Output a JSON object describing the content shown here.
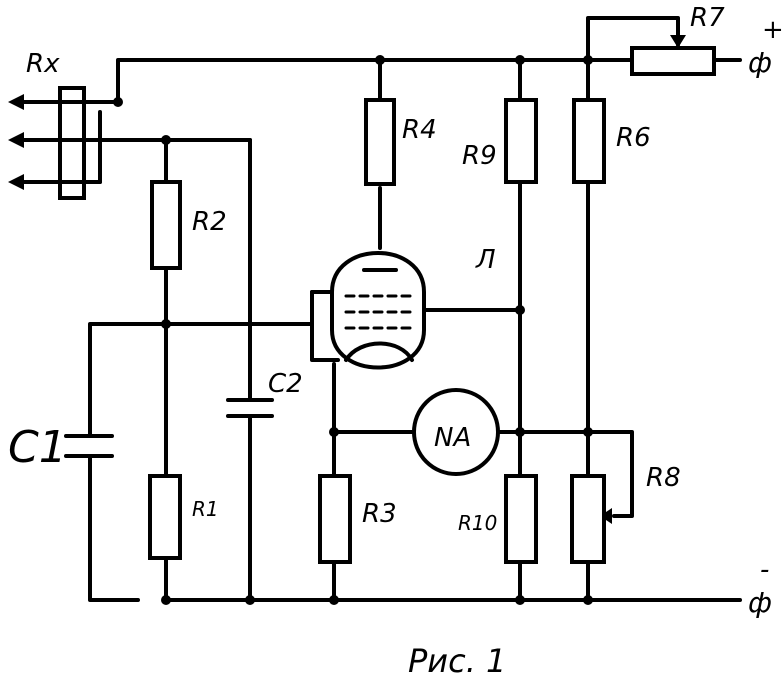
{
  "diagram": {
    "caption": "Рис. 1",
    "labels": {
      "rx": "Rx",
      "r1": "R1",
      "r2": "R2",
      "r3": "R3",
      "r4": "R4",
      "r6": "R6",
      "r7": "R7",
      "r8": "R8",
      "r9": "R9",
      "r10": "R10",
      "c1": "C1",
      "c2": "C2",
      "tube": "Л",
      "meter": "NA",
      "plus": "+",
      "minus": "-",
      "plus_terminal": "ф",
      "minus_terminal": "ф"
    }
  }
}
